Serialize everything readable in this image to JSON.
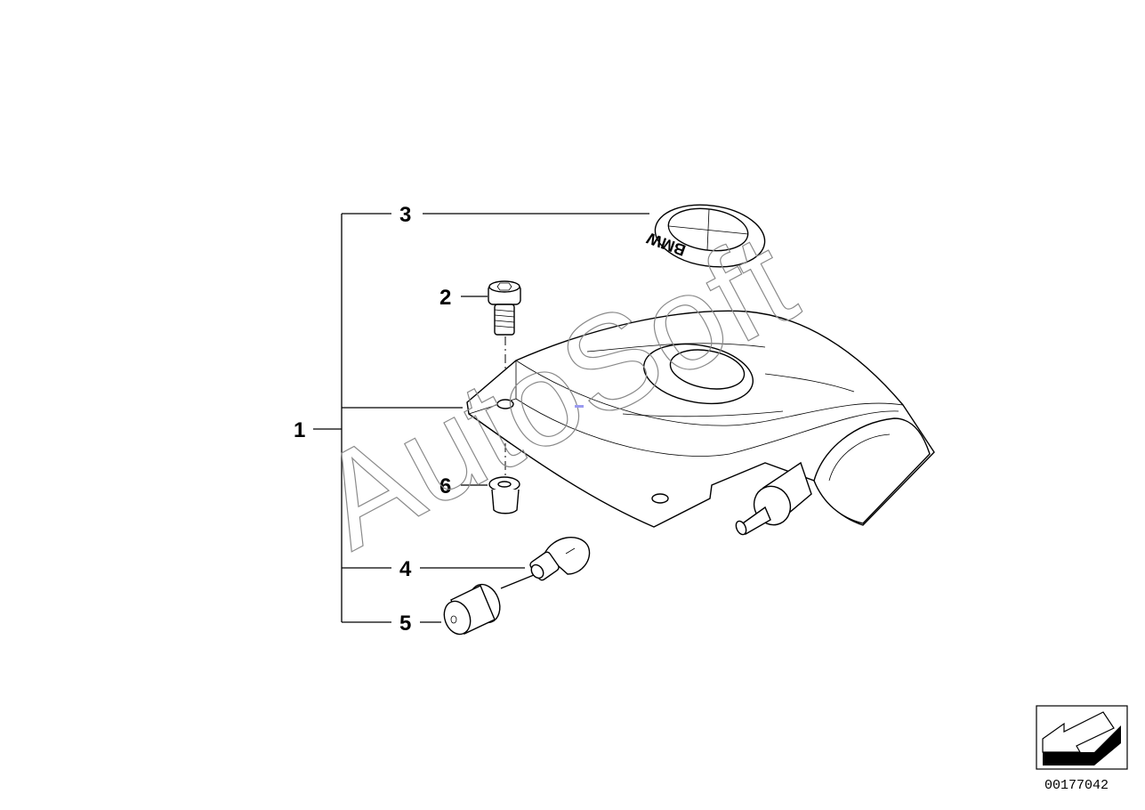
{
  "callouts": {
    "c1": "1",
    "c2": "2",
    "c3": "3",
    "c4": "4",
    "c5": "5",
    "c6": "6"
  },
  "watermark": "AutoSoft",
  "emblem_text": "BMW",
  "diagram_number": "00177042",
  "icons": {
    "direction_arrow": "arrow-down-left-icon"
  }
}
